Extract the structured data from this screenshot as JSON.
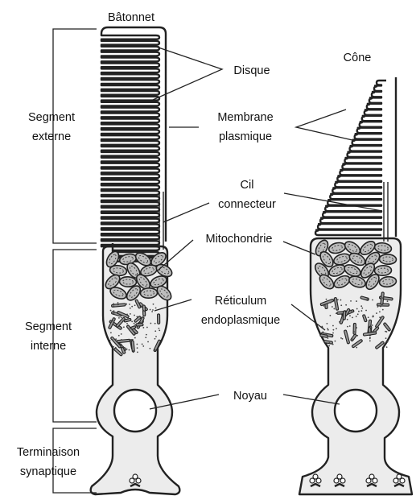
{
  "labels": {
    "rod": "Bâtonnet",
    "cone": "Cône",
    "disc": "Disque",
    "membrane_line1": "Membrane",
    "membrane_line2": "plasmique",
    "cilium_line1": "Cil",
    "cilium_line2": "connecteur",
    "mitochondria": "Mitochondrie",
    "reticulum_line1": "Réticulum",
    "reticulum_line2": "endoplasmique",
    "nucleus": "Noyau",
    "outer_segment_line1": "Segment",
    "outer_segment_line2": "externe",
    "inner_segment_line1": "Segment",
    "inner_segment_line2": "interne",
    "synaptic_line1": "Terminaison",
    "synaptic_line2": "synaptique"
  },
  "colors": {
    "stroke": "#222222",
    "cell_fill": "#ececec",
    "mitochondria_fill": "#bdbdbd",
    "reticulum_fill": "#9a9a9a"
  }
}
